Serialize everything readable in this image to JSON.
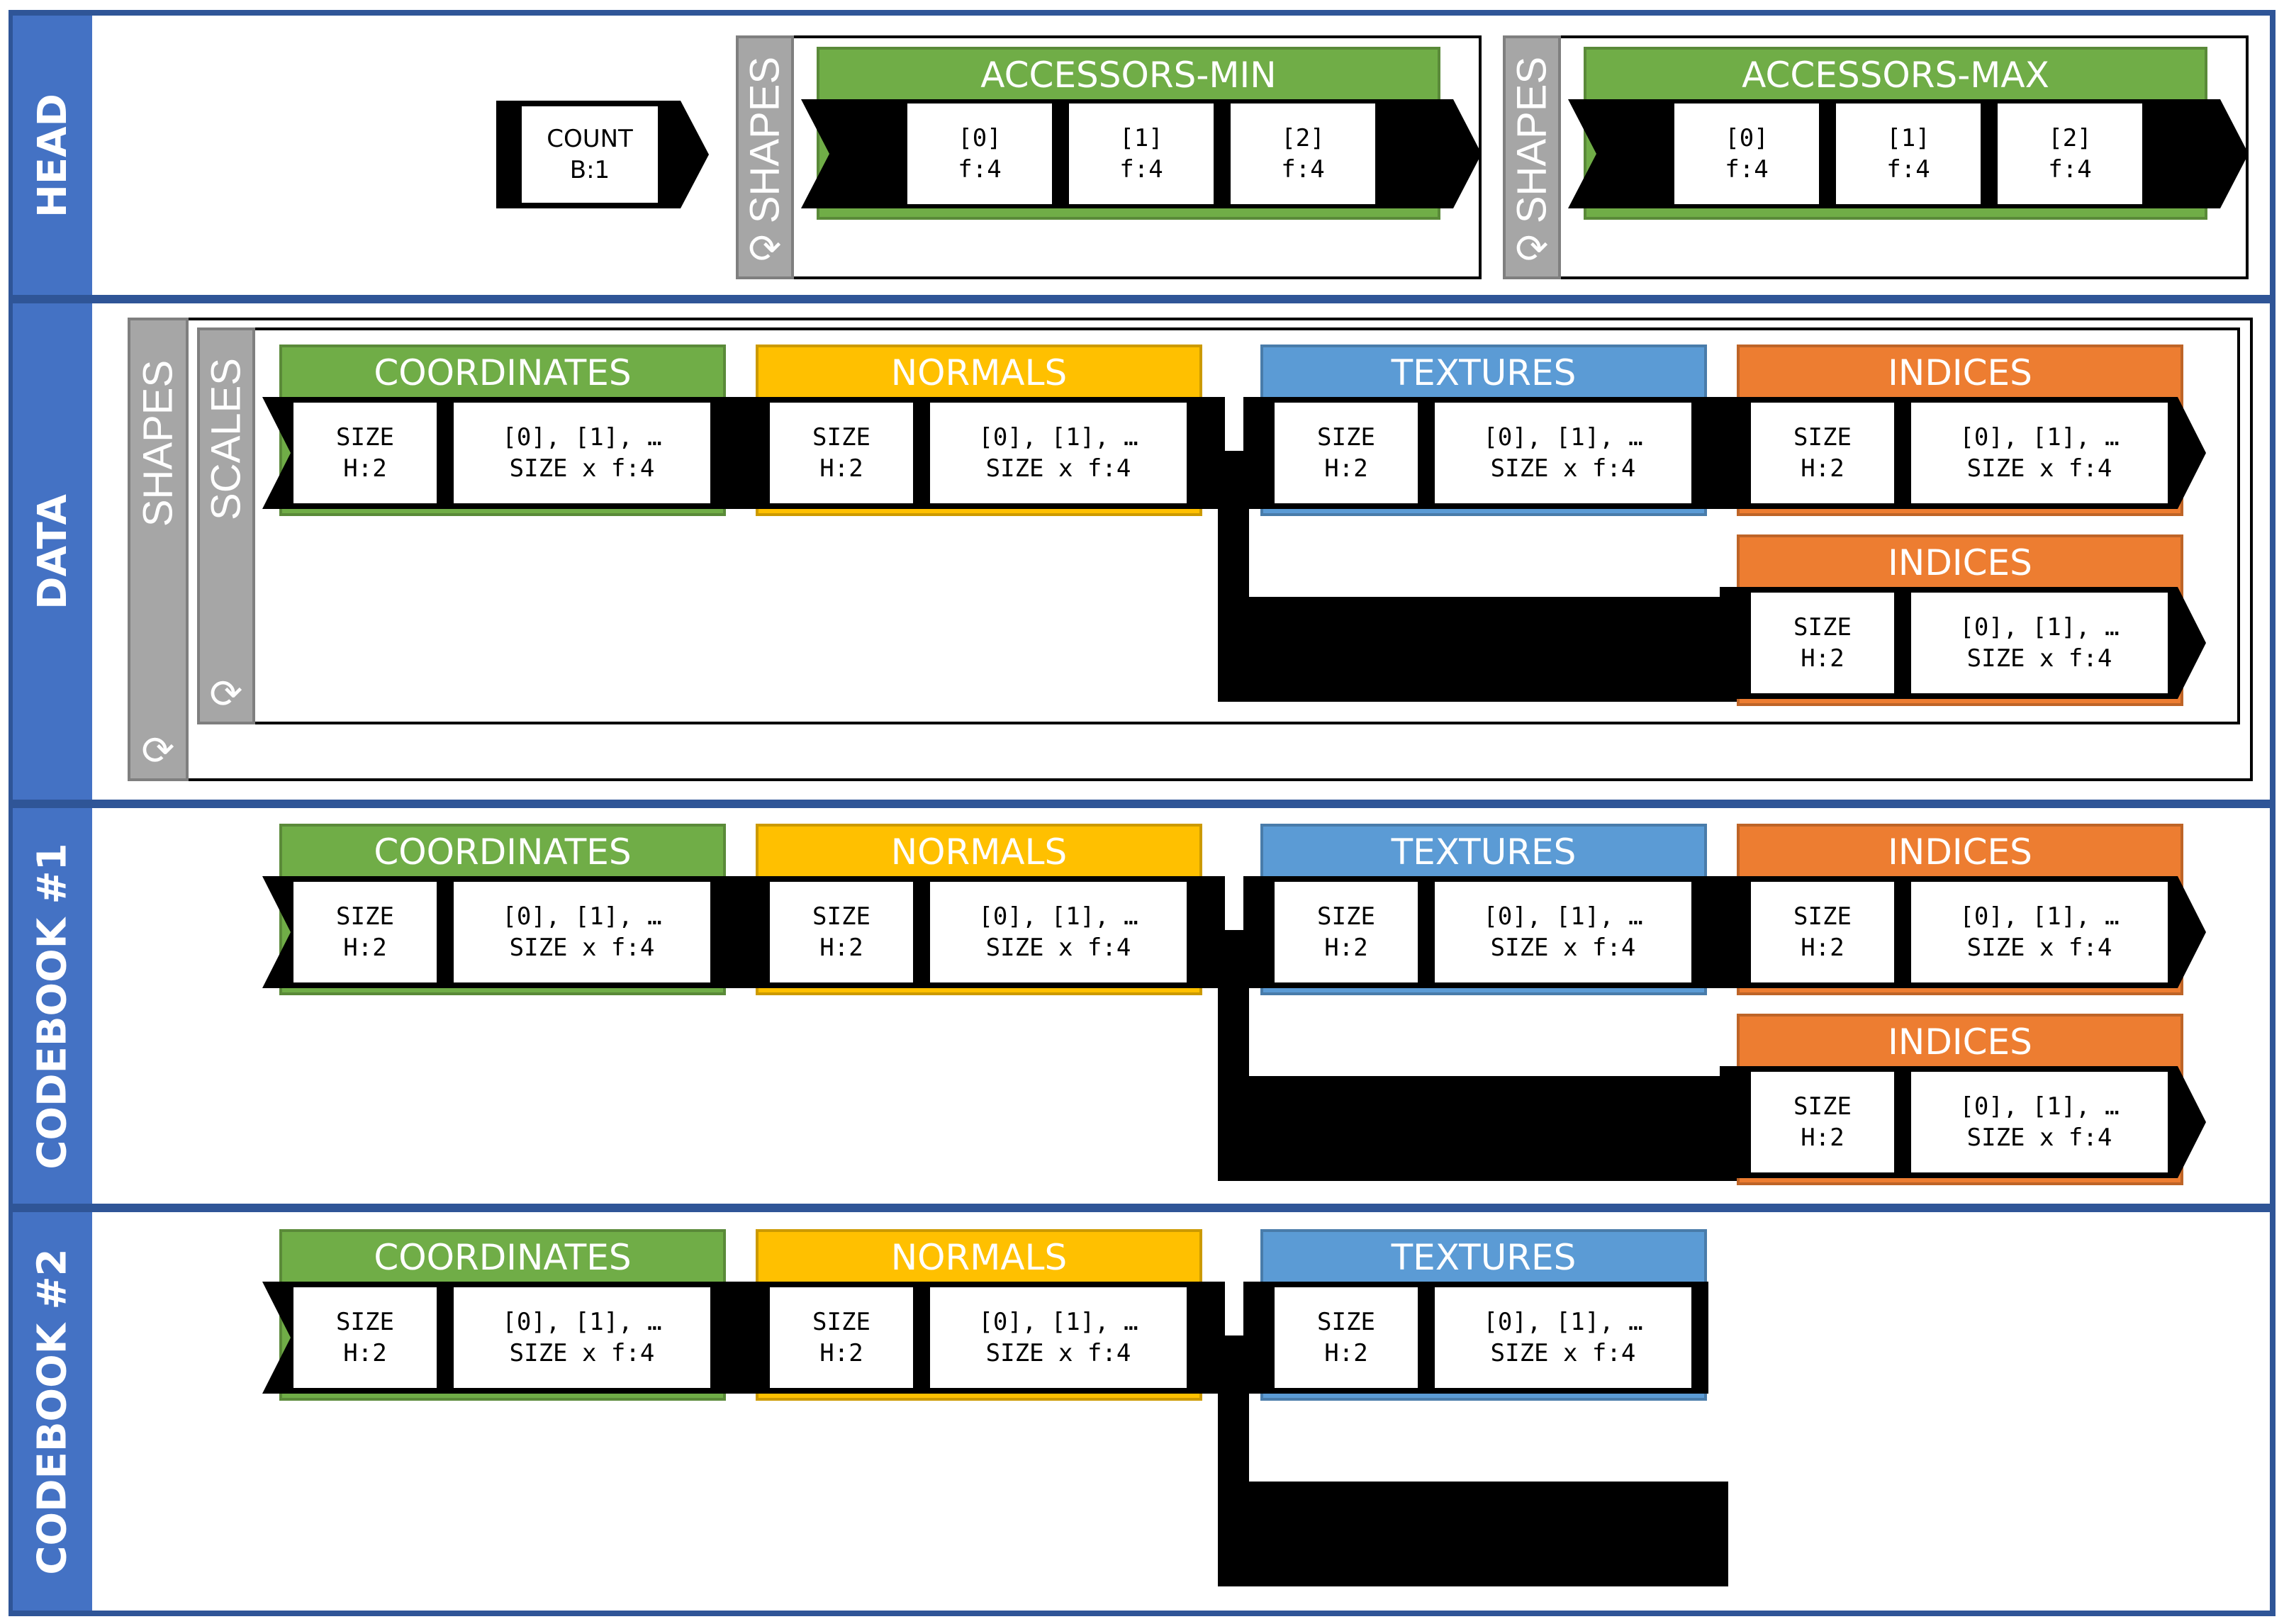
{
  "colors": {
    "band_border": "#2f5597",
    "band_label_bg": "#4472c4",
    "coordinates": "#70ad47",
    "normals": "#ffc000",
    "textures": "#5b9bd5",
    "indices": "#ed7d31",
    "accessors": "#70ad47",
    "loop_bar": "#a6a6a6"
  },
  "bands": {
    "head": "HEAD",
    "data": "DATA",
    "codebook1": "CODEBOOK #1",
    "codebook2": "CODEBOOK #2"
  },
  "head": {
    "count": {
      "line1": "COUNT",
      "line2": "B:1"
    },
    "shapes_label": "SHAPES",
    "loop_icon": "refresh-icon",
    "accessors_min": {
      "title": "ACCESSORS-MIN",
      "cells": [
        {
          "line1": "[0]",
          "line2": "f:4"
        },
        {
          "line1": "[1]",
          "line2": "f:4"
        },
        {
          "line1": "[2]",
          "line2": "f:4"
        }
      ]
    },
    "accessors_max": {
      "title": "ACCESSORS-MAX",
      "cells": [
        {
          "line1": "[0]",
          "line2": "f:4"
        },
        {
          "line1": "[1]",
          "line2": "f:4"
        },
        {
          "line1": "[2]",
          "line2": "f:4"
        }
      ]
    }
  },
  "data_section": {
    "shapes_label": "SHAPES",
    "scales_label": "SCALES"
  },
  "segment": {
    "size_line1": "SIZE",
    "size_line2": "H:2",
    "vals_line1": "[0], [1], …",
    "vals_line2": "SIZE x f:4"
  },
  "titles": {
    "coordinates": "COORDINATES",
    "normals": "NORMALS",
    "textures": "TEXTURES",
    "indices": "INDICES"
  }
}
